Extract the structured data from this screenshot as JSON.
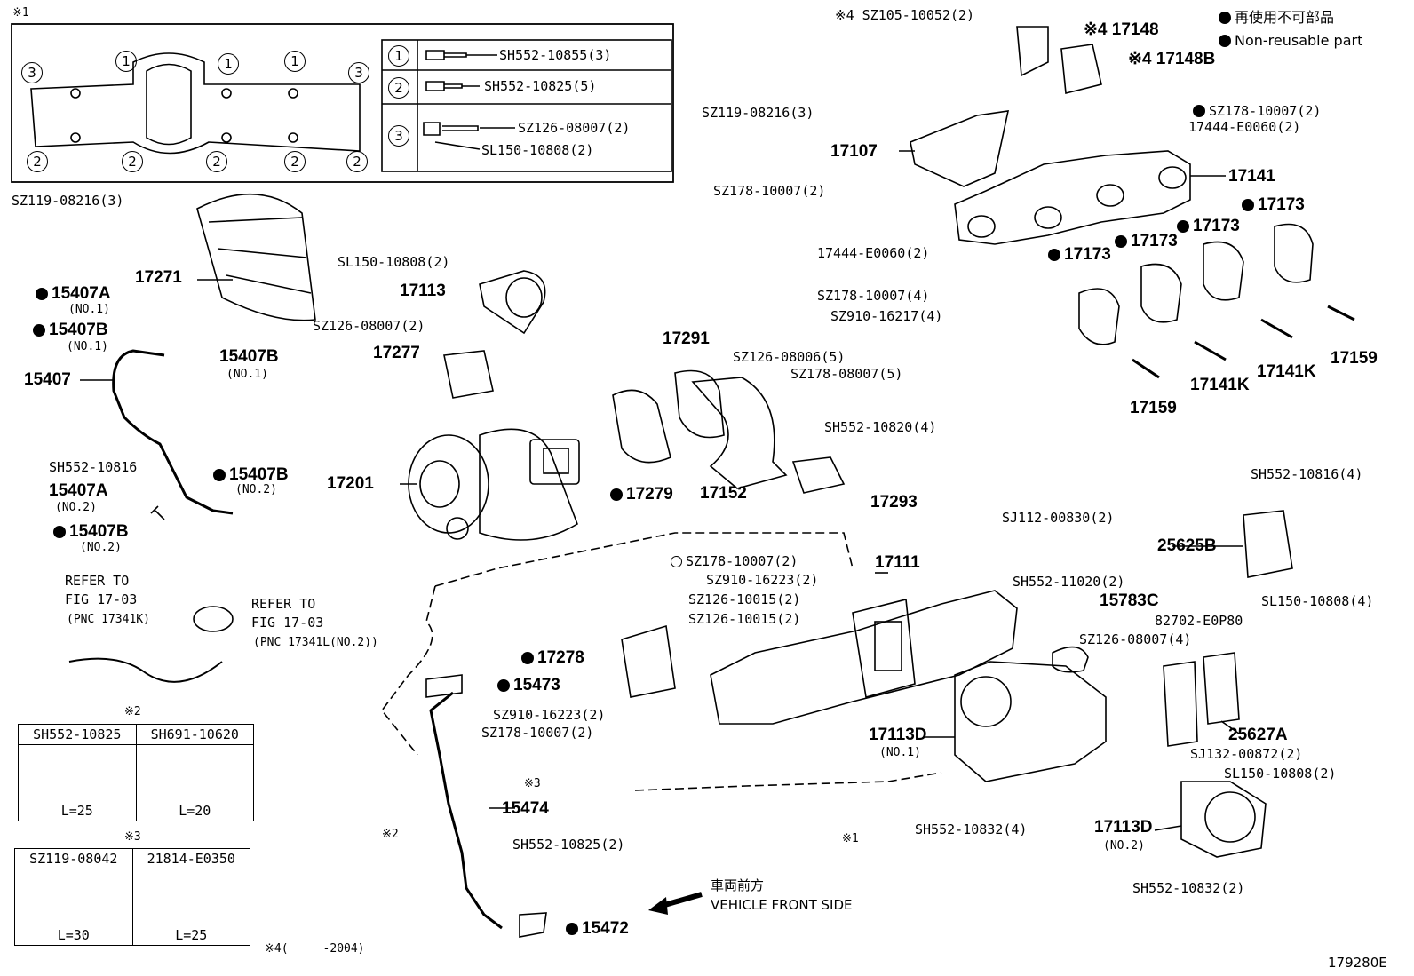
{
  "legend": {
    "line1": "再使用不可部品",
    "line2": "Non-reusable part"
  },
  "figure_id": "179280E",
  "direction": {
    "jp": "車両前方",
    "en": "VEHICLE FRONT SIDE"
  },
  "box1": {
    "mark": "※1",
    "items": [
      {
        "num": "1",
        "code": "SH552-10855(3)"
      },
      {
        "num": "2",
        "code": "SH552-10825(5)"
      },
      {
        "num": "3",
        "code": "SZ126-08007(2)",
        "code2": "SL150-10808(2)"
      }
    ],
    "gasket_nums": [
      "3",
      "1",
      "1",
      "1",
      "3",
      "2",
      "2",
      "2",
      "2",
      "2"
    ]
  },
  "box2": {
    "mark": "※2",
    "col1": "SH552-10825",
    "col2": "SH691-10620",
    "len1": "L=25",
    "len2": "L=20"
  },
  "box3": {
    "mark": "※3",
    "col1": "SZ119-08042",
    "col2": "21814-E0350",
    "len1": "L=30",
    "len2": "L=25"
  },
  "note4": "※4(　　　-2004)",
  "labels": {
    "l1": "※4 SZ105-10052(2)",
    "l2": "※4 17148",
    "l3": "※4 17148B",
    "l4": "SZ119-08216(3)",
    "l5": "17107",
    "l6": "SZ178-10007(2)",
    "l7": "17444-E0060(2)",
    "l8": "17141",
    "l9": "SZ178-10007(2)",
    "l10": "17444-E0060(2)",
    "l11": "17173",
    "l12": "17173",
    "l13": "17173",
    "l14": "17173",
    "l15": "SZ178-10007(4)",
    "l16": "SZ910-16217(4)",
    "l17": "17159",
    "l18": "17141K",
    "l19": "17141K",
    "l20": "17159",
    "l21": "SZ119-08216(3)",
    "l22": "17271",
    "l23": "15407A",
    "l24": "(NO.1)",
    "l25": "15407B",
    "l26": "(NO.1)",
    "l27": "15407",
    "l28": "15407B",
    "l29": "(NO.1)",
    "l30": "SL150-10808(2)",
    "l31": "17113",
    "l32": "SZ126-08007(2)",
    "l33": "17277",
    "l34": "17291",
    "l35": "SZ126-08006(5)",
    "l36": "SZ178-08007(5)",
    "l37": "SH552-10820(4)",
    "l38": "17201",
    "l39": "SH552-10816",
    "l40": "15407B",
    "l41": "(NO.2)",
    "l42": "15407A",
    "l43": "(NO.2)",
    "l44": "15407B",
    "l45": "(NO.2)",
    "l46": "17279",
    "l47": "17152",
    "l48": "17293",
    "l49": "SH552-10816(4)",
    "l50": "25625B",
    "l51": "SJ112-00830(2)",
    "l52": "SZ178-10007(2)",
    "l53": "SZ910-16223(2)",
    "l54": "SZ126-10015(2)",
    "l55": "SZ126-10015(2)",
    "l56": "17111",
    "l57": "SH552-11020(2)",
    "l58": "15783C",
    "l59": "82702-E0P80",
    "l60": "SL150-10808(4)",
    "l61": "SZ126-08007(4)",
    "l62": "17278",
    "l63": "15473",
    "l64": "SZ910-16223(2)",
    "l65": "SZ178-10007(2)",
    "l66": "17113D",
    "l67": "(NO.1)",
    "l68": "25627A",
    "l69": "SJ132-00872(2)",
    "l70": "SL150-10808(2)",
    "l71": "※3",
    "l72": "15474",
    "l73": "※2",
    "l74": "SH552-10832(4)",
    "l75": "17113D",
    "l76": "(NO.2)",
    "l77": "SH552-10825(2)",
    "l78": "※1",
    "l79": "SH552-10832(2)",
    "l80": "15472",
    "ref1a": "REFER TO",
    "ref1b": "FIG 17-03",
    "ref1c": "(PNC 17341K)",
    "ref2a": "REFER TO",
    "ref2b": "FIG 17-03",
    "ref2c": "(PNC 17341L(NO.2))"
  }
}
